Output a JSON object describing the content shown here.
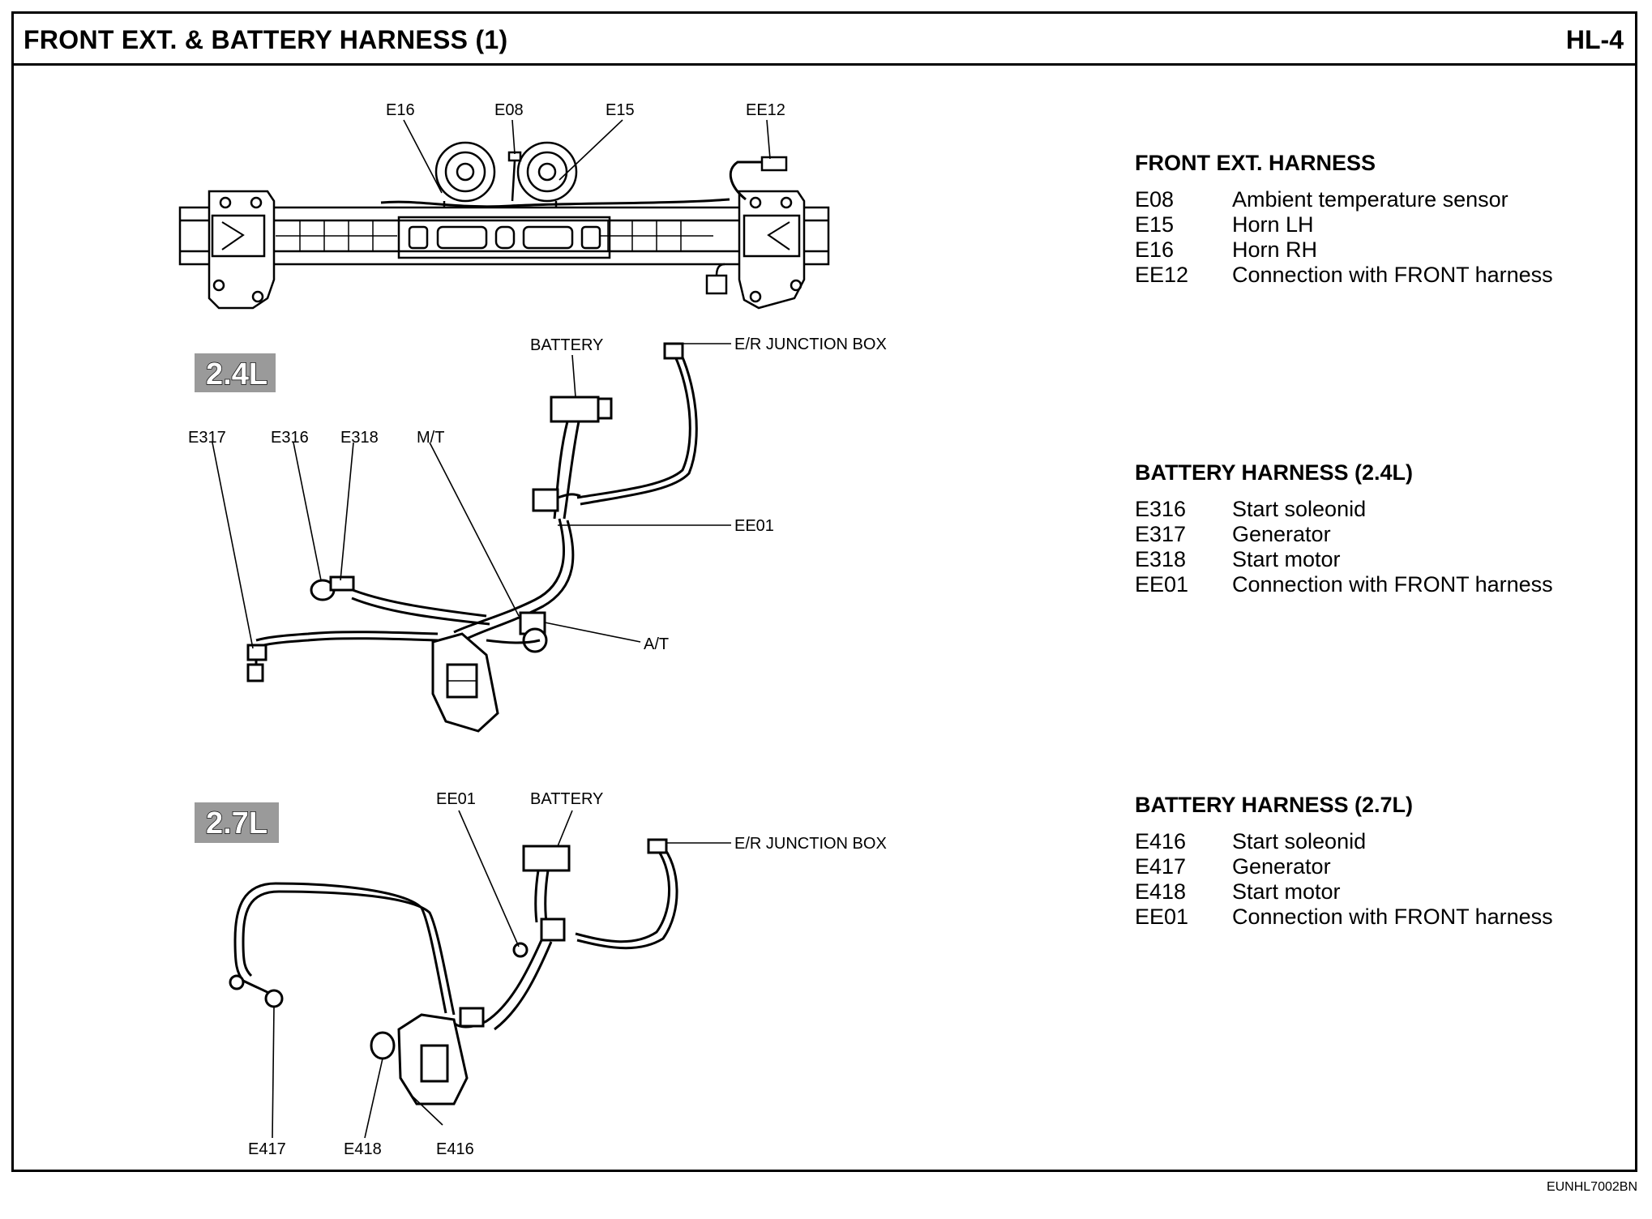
{
  "header": {
    "title": "FRONT EXT. & BATTERY HARNESS (1)",
    "page": "HL-4"
  },
  "footer": {
    "code": "EUNHL7002BN"
  },
  "diagram": {
    "front_ext": {
      "labels": [
        "E16",
        "E08",
        "E15",
        "EE12"
      ]
    },
    "battery_24": {
      "badge": "2.4L",
      "labels": [
        "BATTERY",
        "E/R JUNCTION BOX",
        "E317",
        "E316",
        "E318",
        "M/T",
        "EE01",
        "A/T"
      ]
    },
    "battery_27": {
      "badge": "2.7L",
      "labels": [
        "EE01",
        "BATTERY",
        "E/R JUNCTION BOX",
        "E417",
        "E418",
        "E416"
      ]
    }
  },
  "legends": [
    {
      "title": "FRONT EXT. HARNESS",
      "items": [
        {
          "code": "E08",
          "desc": "Ambient temperature sensor"
        },
        {
          "code": "E15",
          "desc": "Horn LH"
        },
        {
          "code": "E16",
          "desc": "Horn RH"
        },
        {
          "code": "EE12",
          "desc": "Connection with FRONT harness"
        }
      ]
    },
    {
      "title": "BATTERY HARNESS (2.4L)",
      "items": [
        {
          "code": "E316",
          "desc": "Start soleonid"
        },
        {
          "code": "E317",
          "desc": "Generator"
        },
        {
          "code": "E318",
          "desc": "Start motor"
        },
        {
          "code": "EE01",
          "desc": "Connection with FRONT harness"
        }
      ]
    },
    {
      "title": "BATTERY HARNESS (2.7L)",
      "items": [
        {
          "code": "E416",
          "desc": "Start soleonid"
        },
        {
          "code": "E417",
          "desc": "Generator"
        },
        {
          "code": "E418",
          "desc": "Start motor"
        },
        {
          "code": "EE01",
          "desc": "Connection with FRONT harness"
        }
      ]
    }
  ]
}
